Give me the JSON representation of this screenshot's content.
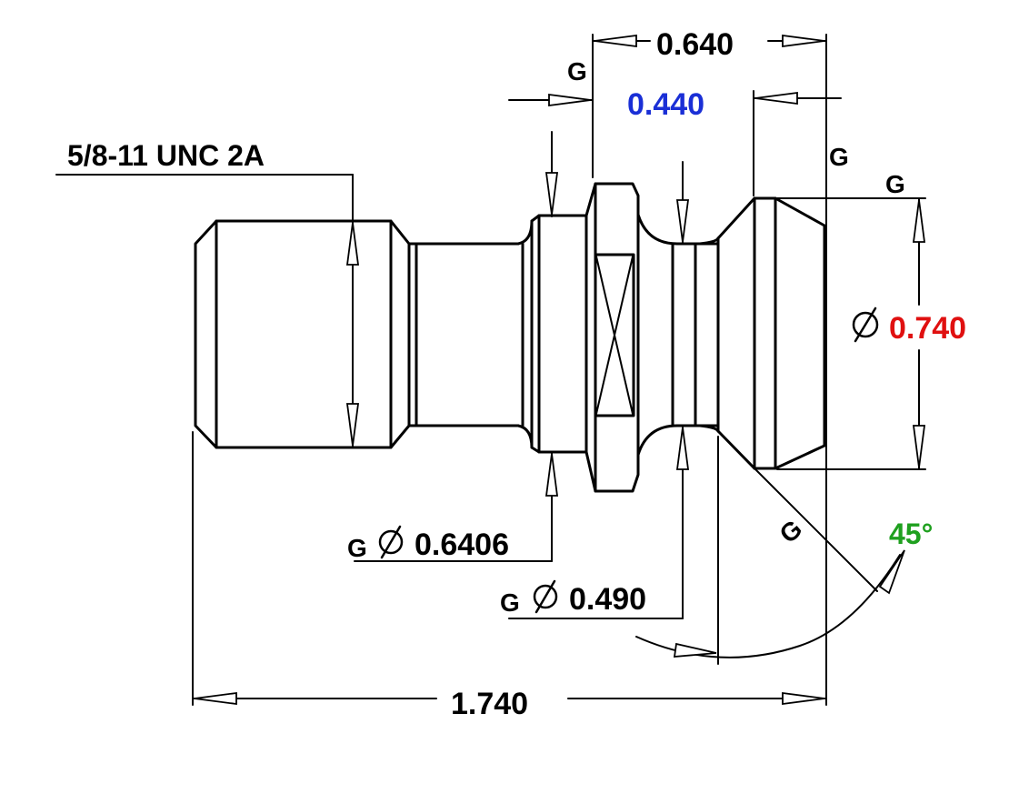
{
  "dimensions": {
    "thread": "5/8-11 UNC 2A",
    "length_head": "0.640",
    "length_neck": "0.440",
    "dia_head": "0.740",
    "dia_flange": "0.6406",
    "dia_neck": "0.490",
    "angle": "45°",
    "overall_length": "1.740",
    "tolerance_mark": "G"
  },
  "colors": {
    "default": "#000000",
    "neck_length": "#1a2fd6",
    "head_diameter": "#e01010",
    "angle": "#1fa01f"
  },
  "icons": {
    "diameter": "diameter-symbol"
  }
}
